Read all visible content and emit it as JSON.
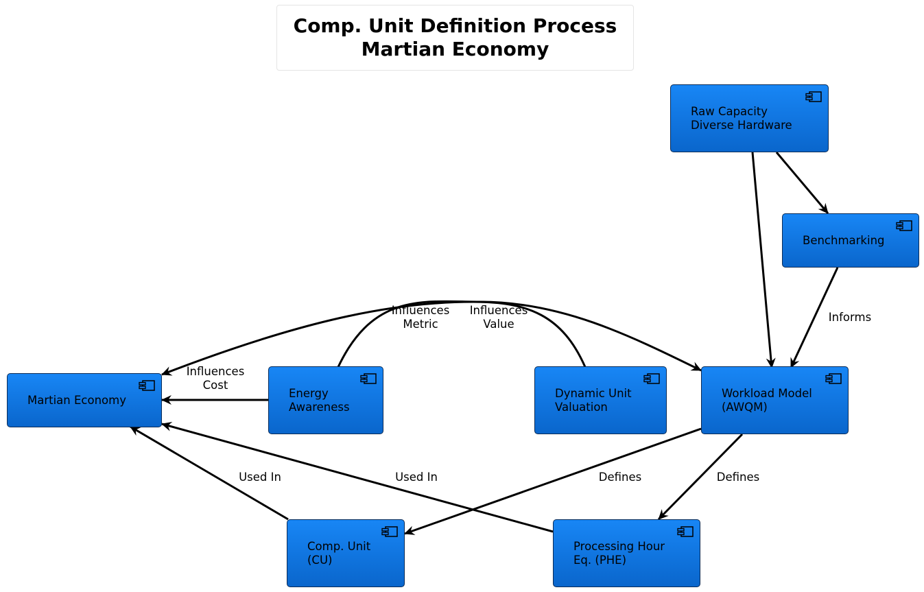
{
  "title": {
    "line1": "Comp. Unit Definition Process",
    "line2": "Martian Economy"
  },
  "nodes": {
    "raw_capacity": {
      "line1": "Raw Capacity",
      "line2": "Diverse Hardware"
    },
    "benchmarking": {
      "line1": "Benchmarking"
    },
    "martian_economy": {
      "line1": "Martian Economy"
    },
    "energy_awareness": {
      "line1": "Energy",
      "line2": "Awareness"
    },
    "dynamic_unit_valuation": {
      "line1": "Dynamic Unit",
      "line2": "Valuation"
    },
    "workload_model": {
      "line1": "Workload Model",
      "line2": "(AWQM)"
    },
    "comp_unit": {
      "line1": "Comp. Unit",
      "line2": "(CU)"
    },
    "processing_hour": {
      "line1": "Processing Hour",
      "line2": "Eq. (PHE)"
    }
  },
  "edges": {
    "informs": "Informs",
    "influences_metric": {
      "line1": "Influences",
      "line2": "Metric"
    },
    "influences_value": {
      "line1": "Influences",
      "line2": "Value"
    },
    "influences_cost": {
      "line1": "Influences",
      "line2": "Cost"
    },
    "used_in_cu": "Used In",
    "used_in_phe": "Used In",
    "defines_cu": "Defines",
    "defines_phe": "Defines"
  },
  "colors": {
    "node_fill_top": "#1886f5",
    "node_fill_bottom": "#0a66cc",
    "node_border": "#0a2a55",
    "edge": "#000000"
  },
  "icon_name": "component-icon"
}
